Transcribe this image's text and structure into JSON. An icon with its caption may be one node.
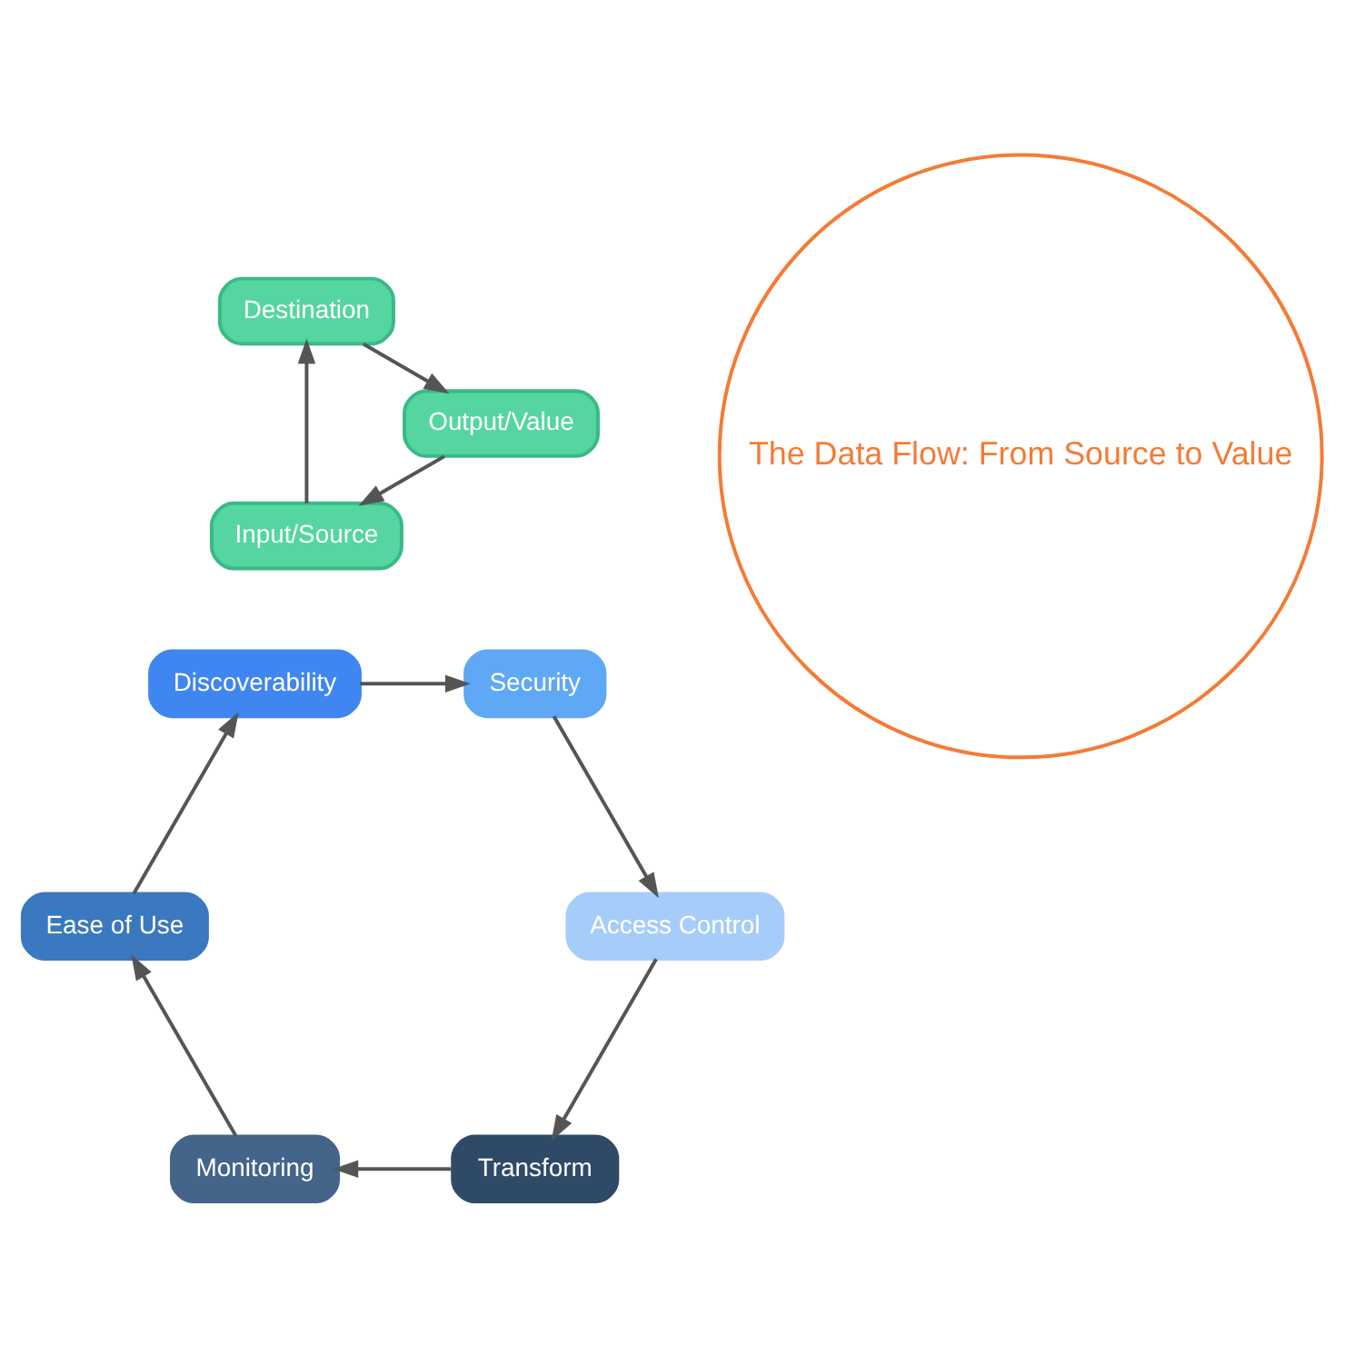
{
  "diagram": {
    "nodes": [
      {
        "text": [
          "The Data Flow: From Source to Value"
        ]
      },
      {
        "text": [
          "Input/Source"
        ]
      },
      {
        "text": [
          "Destination"
        ]
      },
      {
        "text": [
          "Output/Value"
        ]
      },
      {
        "text": [
          "Transform"
        ]
      },
      {
        "text": [
          "Monitoring"
        ]
      },
      {
        "text": [
          "Ease of Use"
        ]
      },
      {
        "text": [
          "Discoverability"
        ]
      },
      {
        "text": [
          "Security"
        ]
      },
      {
        "text": [
          "Access Control"
        ]
      }
    ],
    "edges": [
      {
        "from": 1,
        "to": 2,
        "arrow": "to"
      },
      {
        "from": 2,
        "to": 3,
        "arrow": "to"
      },
      {
        "from": 3,
        "to": 1,
        "arrow": "to"
      },
      {
        "from": 4,
        "to": 5,
        "arrow": "to"
      },
      {
        "from": 5,
        "to": 6,
        "arrow": "to"
      },
      {
        "from": 6,
        "to": 7,
        "arrow": "to"
      },
      {
        "from": 7,
        "to": 8,
        "arrow": "to"
      },
      {
        "from": 8,
        "to": 9,
        "arrow": "to"
      },
      {
        "from": 9,
        "to": 4,
        "arrow": "to"
      }
    ]
  }
}
